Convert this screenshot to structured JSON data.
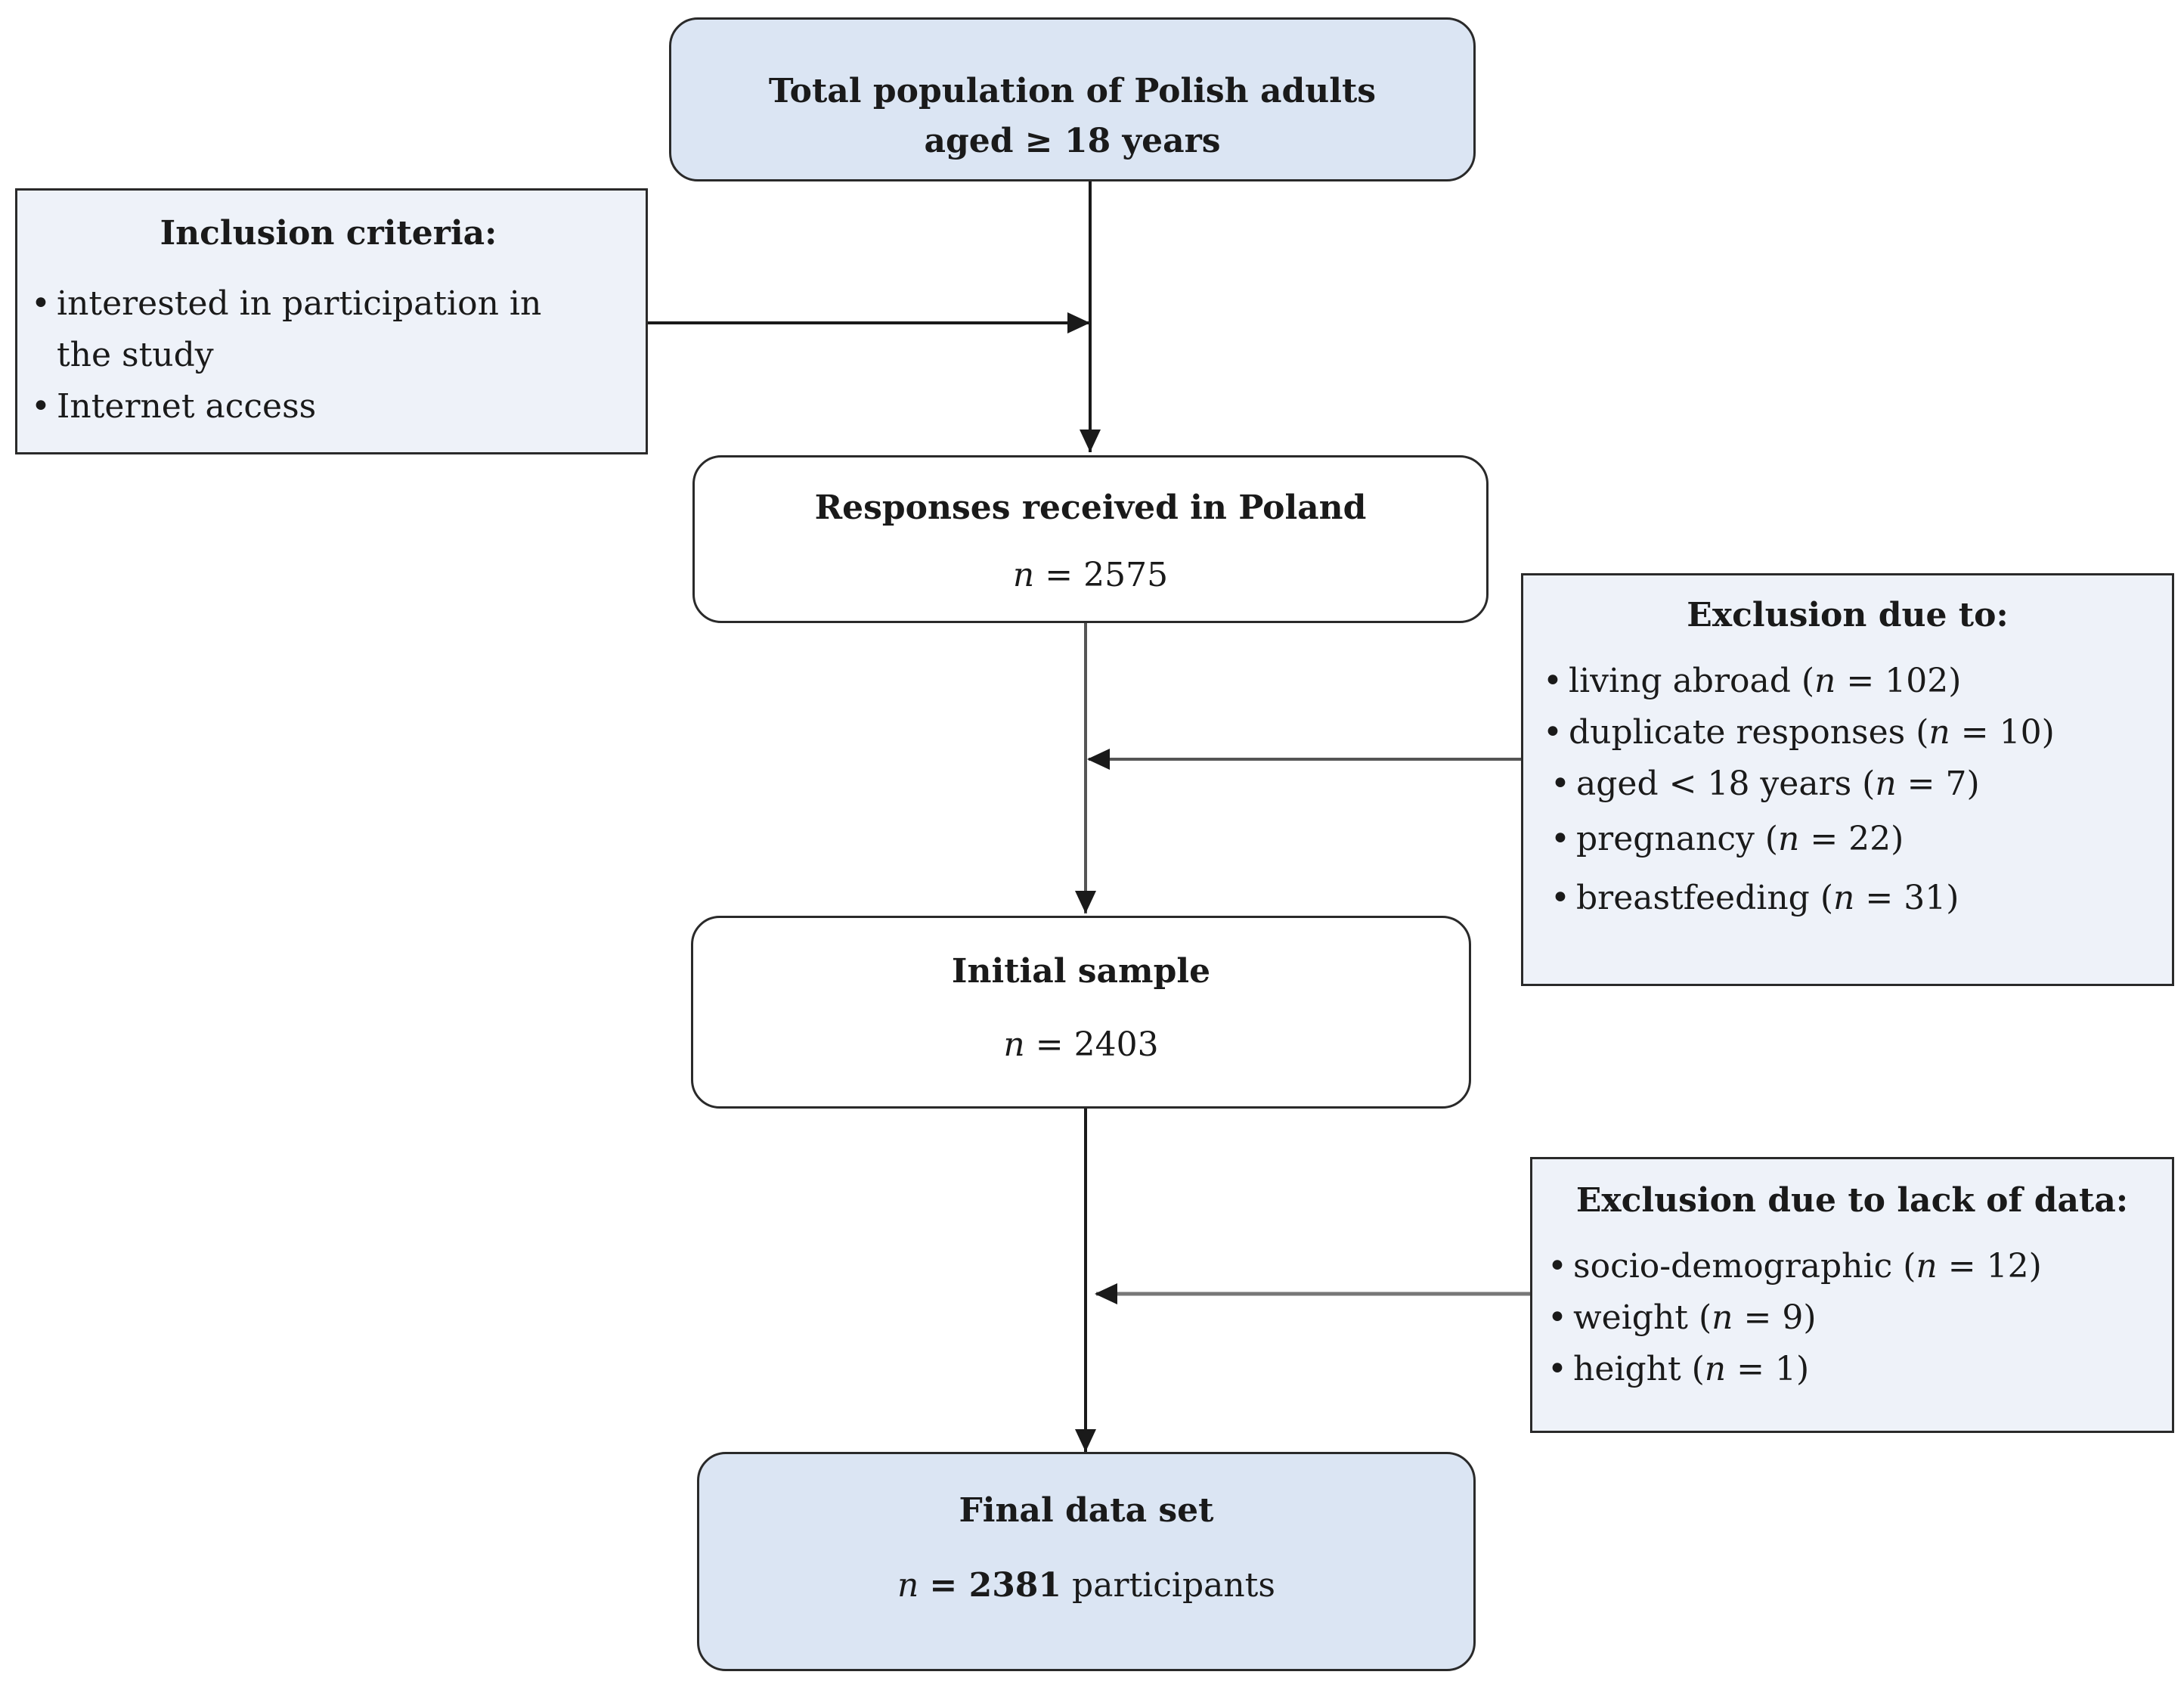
{
  "boxes": {
    "population": {
      "line1": "Total population of Polish adults",
      "line2": "aged ≥ 18 years"
    },
    "inclusion": {
      "title": "Inclusion criteria:",
      "items": [
        "interested in participation in the study",
        "Internet access"
      ]
    },
    "responses": {
      "title": "Responses received in Poland",
      "n_label": "n",
      "n_value": "= 2575"
    },
    "exclusion": {
      "title": "Exclusion due to:",
      "items": [
        {
          "text": "living abroad",
          "n_label": "n",
          "n_value": "= 102"
        },
        {
          "text": "duplicate responses",
          "n_label": "n",
          "n_value": "= 10"
        },
        {
          "text": "aged < 18 years",
          "n_label": "n",
          "n_value": "= 7"
        },
        {
          "text": "pregnancy",
          "n_label": "n",
          "n_value": "= 22"
        },
        {
          "text": "breastfeeding",
          "n_label": "n",
          "n_value": "= 31"
        }
      ]
    },
    "initial": {
      "title": "Initial sample",
      "n_label": "n",
      "n_value": "= 2403"
    },
    "lack": {
      "title": "Exclusion due to lack of data:",
      "items": [
        {
          "text": "socio-demographic",
          "n_label": "n",
          "n_value": "= 12"
        },
        {
          "text": "weight",
          "n_label": "n",
          "n_value": "= 9"
        },
        {
          "text": "height",
          "n_label": "n",
          "n_value": "= 1"
        }
      ]
    },
    "final": {
      "title": "Final data set",
      "n_label": "n",
      "n_value": "= 2381",
      "suffix": "participants"
    }
  }
}
